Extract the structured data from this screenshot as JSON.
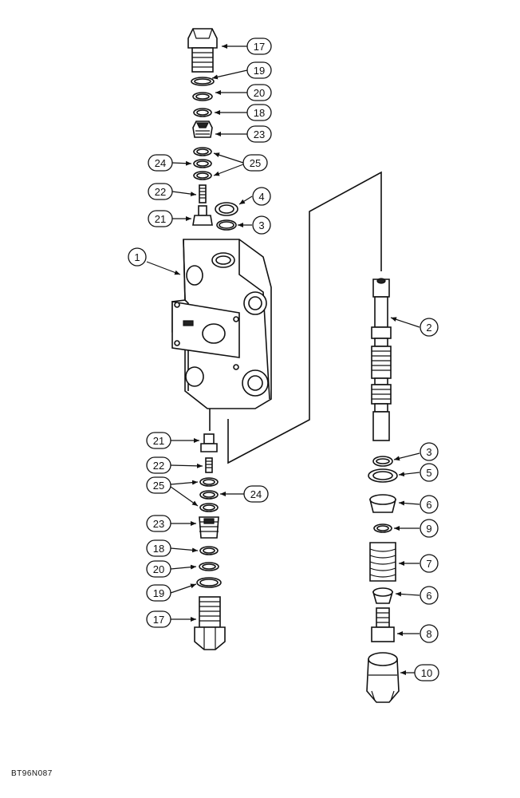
{
  "figure_id": "BT96N087",
  "callouts": {
    "c17_top": "17",
    "c19_top": "19",
    "c20_top": "20",
    "c18_top": "18",
    "c23_top": "23",
    "c25_top": "25",
    "c24_top": "24",
    "c22_top": "22",
    "c21_top": "21",
    "c4": "4",
    "c3_top": "3",
    "c1": "1",
    "c2": "2",
    "c21_bot": "21",
    "c22_bot": "22",
    "c25_bot": "25",
    "c24_bot": "24",
    "c23_bot": "23",
    "c18_bot": "18",
    "c20_bot": "20",
    "c19_bot": "19",
    "c17_bot": "17",
    "c3_right": "3",
    "c5": "5",
    "c6_top": "6",
    "c9": "9",
    "c7": "7",
    "c6_bot": "6",
    "c8": "8",
    "c10": "10"
  }
}
